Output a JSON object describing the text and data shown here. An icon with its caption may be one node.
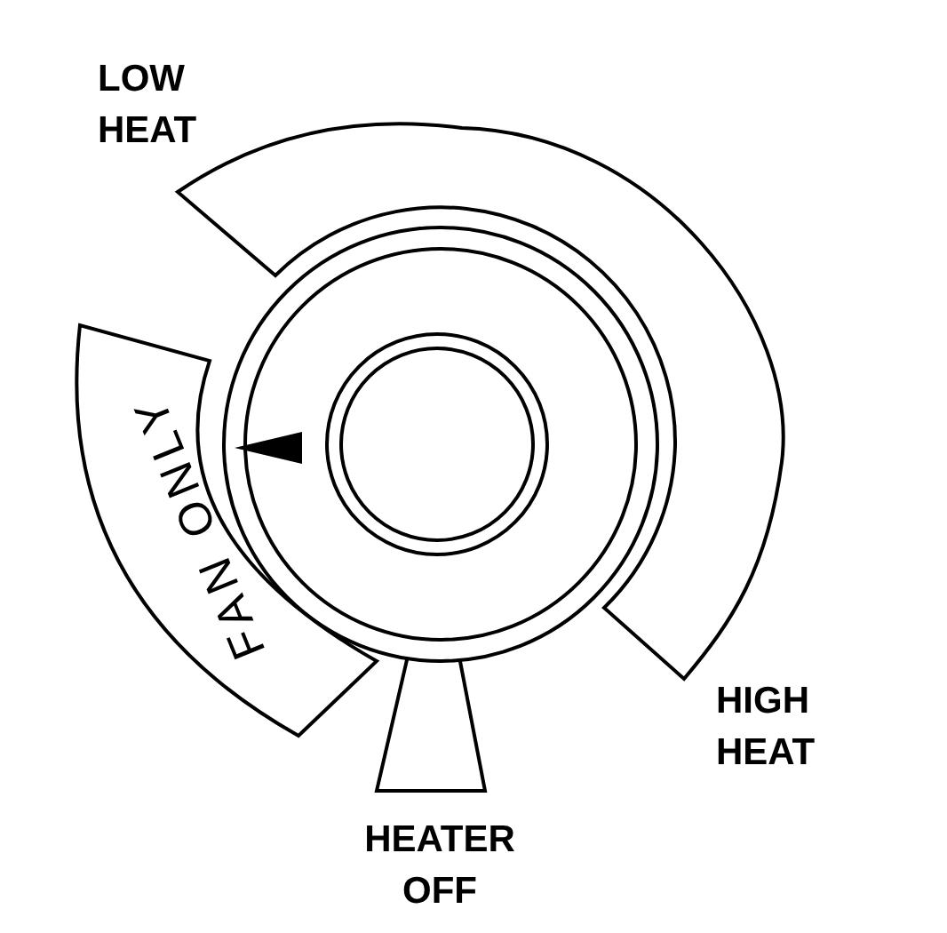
{
  "diagram": {
    "nodes": [
      {
        "text": [
          "FAN ONLY"
        ]
      }
    ],
    "labels": [
      "LOW HEAT",
      "HIGH HEAT",
      "HEATER OFF"
    ]
  }
}
